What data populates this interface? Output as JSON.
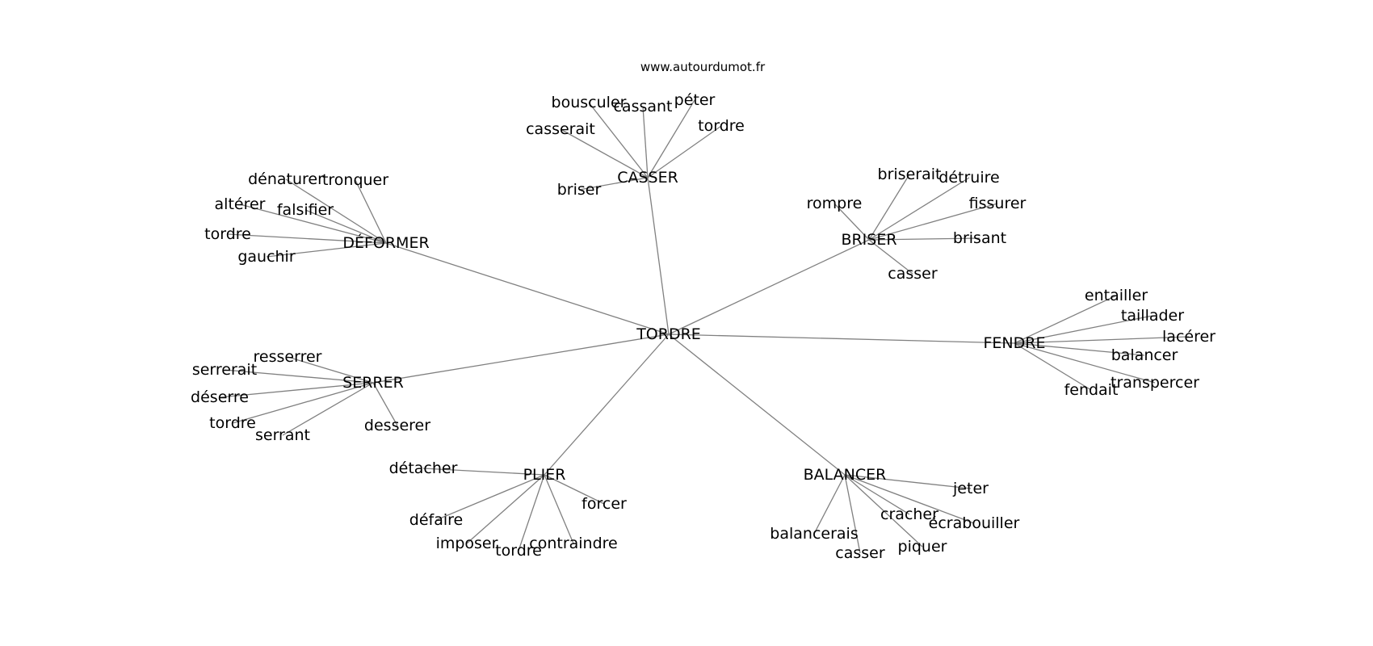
{
  "source": "www.autourdumot.fr",
  "graph": {
    "center": "TORDRE",
    "groups": [
      {
        "hub": "CASSER",
        "words": [
          "bousculer",
          "cassant",
          "péter",
          "casserait",
          "tordre",
          "briser"
        ]
      },
      {
        "hub": "DÉFORMER",
        "words": [
          "dénaturer",
          "tronquer",
          "altérer",
          "falsifier",
          "tordre",
          "gauchir"
        ]
      },
      {
        "hub": "BRISER",
        "words": [
          "briserait",
          "détruire",
          "rompre",
          "fissurer",
          "brisant",
          "casser"
        ]
      },
      {
        "hub": "FENDRE",
        "words": [
          "entailler",
          "taillader",
          "lacérer",
          "balancer",
          "transpercer",
          "fendait"
        ]
      },
      {
        "hub": "SERRER",
        "words": [
          "resserrer",
          "serrerait",
          "déserre",
          "tordre",
          "serrant",
          "desserer"
        ]
      },
      {
        "hub": "PLIER",
        "words": [
          "détacher",
          "forcer",
          "défaire",
          "imposer",
          "tordre",
          "contraindre"
        ]
      },
      {
        "hub": "BALANCER",
        "words": [
          "jeter",
          "cracher",
          "écrabouiller",
          "balancerais",
          "casser",
          "piquer"
        ]
      }
    ]
  }
}
